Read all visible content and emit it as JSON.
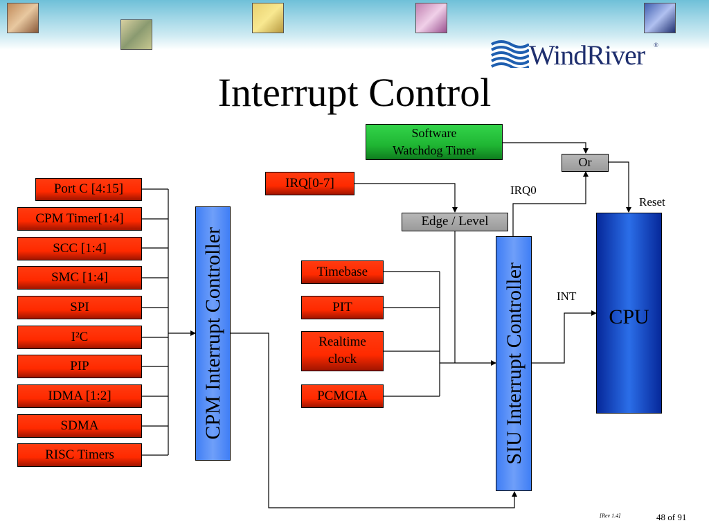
{
  "slide": {
    "title": "Interrupt Control",
    "logo": "WindRiver",
    "logo_mark": "®",
    "revision": "[Rev 1.4]",
    "page_number": "48 of 91"
  },
  "cpm_sources": [
    {
      "label": "Port C [4:15]"
    },
    {
      "label": "CPM Timer[1:4]"
    },
    {
      "label": "SCC [1:4]"
    },
    {
      "label": "SMC [1:4]"
    },
    {
      "label": "SPI"
    },
    {
      "label": "I²C"
    },
    {
      "label": "PIP"
    },
    {
      "label": "IDMA [1:2]"
    },
    {
      "label": "SDMA"
    },
    {
      "label": "RISC Timers"
    }
  ],
  "cpm_controller": {
    "label": "CPM Interrupt Controller"
  },
  "siu_controller": {
    "label": "SIU Interrupt Controller"
  },
  "software_watchdog": {
    "line1": "Software",
    "line2": "Watchdog Timer"
  },
  "or_gate": {
    "label": "Or"
  },
  "irq": {
    "label": "IRQ[0-7]"
  },
  "edge_level": {
    "label": "Edge / Level"
  },
  "siu_sources": [
    {
      "line1": "Timebase",
      "line2": ""
    },
    {
      "line1": "PIT",
      "line2": ""
    },
    {
      "line1": "Realtime",
      "line2": "clock"
    },
    {
      "line1": "PCMCIA",
      "line2": ""
    }
  ],
  "cpu": {
    "label": "CPU"
  },
  "signals": {
    "irq0": "IRQ0",
    "reset": "Reset",
    "int": "INT"
  },
  "colors": {
    "source": "#ff2a00",
    "watchdog": "#1fb533",
    "controller": "#5a8ff7",
    "cpu": "#1448c8",
    "gate": "#a8a8a8"
  }
}
